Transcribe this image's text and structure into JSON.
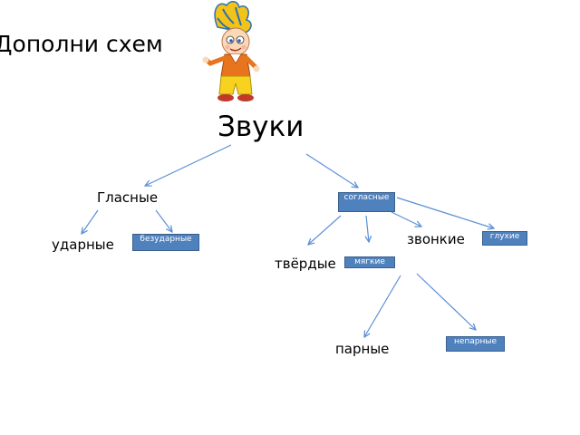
{
  "title": "Дополни схем",
  "mascot": {
    "icon": "cartoon-boy-mascot"
  },
  "diagram": {
    "root": "Звуки",
    "vowels": "Гласные",
    "consonants": "согласные",
    "stressed": "ударные",
    "unstressed": "безударные",
    "voiced": "звонкие",
    "voiceless": "глухие",
    "hard": "твёрдые",
    "soft": "мягкие",
    "paired": "парные",
    "unpaired": "непарные"
  },
  "colors": {
    "box_fill": "#4f81bd",
    "box_border": "#3a5f8c",
    "arrow": "#5b8fd6"
  }
}
